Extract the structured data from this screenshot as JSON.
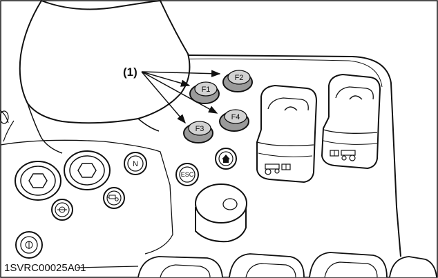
{
  "callout": {
    "label": "(1)"
  },
  "function_buttons": [
    {
      "label": "F1"
    },
    {
      "label": "F2"
    },
    {
      "label": "F3"
    },
    {
      "label": "F4"
    }
  ],
  "control_buttons": {
    "neutral_label": "N",
    "escape_label": "ESC"
  },
  "figure_code": "1SVRC00025A01",
  "colors": {
    "line": "#111111",
    "function_button_fill": "#9a9a9a",
    "function_button_cap": "#d2d2d2",
    "background": "#ffffff"
  }
}
